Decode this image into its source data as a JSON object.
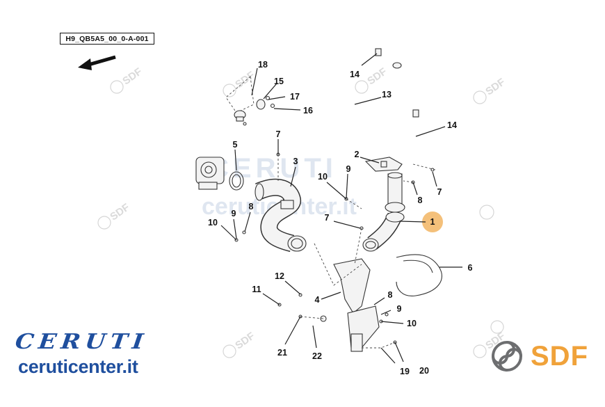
{
  "diagram": {
    "reference_code": "H9_QB5A5_00_0-A-001",
    "highlighted_part": "1",
    "callouts": [
      {
        "id": "c1",
        "label": "1"
      },
      {
        "id": "c2",
        "label": "2"
      },
      {
        "id": "c3",
        "label": "3"
      },
      {
        "id": "c4",
        "label": "4"
      },
      {
        "id": "c5",
        "label": "5"
      },
      {
        "id": "c6",
        "label": "6"
      },
      {
        "id": "c7a",
        "label": "7"
      },
      {
        "id": "c7b",
        "label": "7"
      },
      {
        "id": "c7c",
        "label": "7"
      },
      {
        "id": "c8a",
        "label": "8"
      },
      {
        "id": "c8b",
        "label": "8"
      },
      {
        "id": "c8c",
        "label": "8"
      },
      {
        "id": "c9a",
        "label": "9"
      },
      {
        "id": "c9b",
        "label": "9"
      },
      {
        "id": "c9c",
        "label": "9"
      },
      {
        "id": "c10a",
        "label": "10"
      },
      {
        "id": "c10b",
        "label": "10"
      },
      {
        "id": "c10c",
        "label": "10"
      },
      {
        "id": "c11",
        "label": "11"
      },
      {
        "id": "c12",
        "label": "12"
      },
      {
        "id": "c13",
        "label": "13"
      },
      {
        "id": "c14a",
        "label": "14"
      },
      {
        "id": "c14b",
        "label": "14"
      },
      {
        "id": "c15",
        "label": "15"
      },
      {
        "id": "c16",
        "label": "16"
      },
      {
        "id": "c17",
        "label": "17"
      },
      {
        "id": "c18",
        "label": "18"
      },
      {
        "id": "c19",
        "label": "19"
      },
      {
        "id": "c20",
        "label": "20"
      },
      {
        "id": "c21",
        "label": "21"
      },
      {
        "id": "c22",
        "label": "22"
      }
    ]
  },
  "watermark": {
    "text": "SDF"
  },
  "branding": {
    "ceruti_logo": "CERUTI",
    "ceruti_url": "ceruticenter.it",
    "sdf_logo": "SDF"
  },
  "colors": {
    "highlight": "#f4c07a",
    "ceruti_blue": "#1f4f9e",
    "sdf_orange": "#f0a23a",
    "sdf_gray": "#6d6e70"
  }
}
